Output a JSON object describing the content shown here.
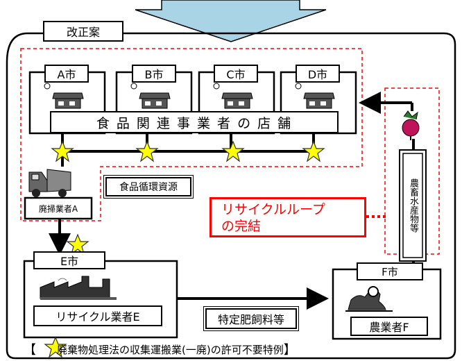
{
  "plan_label": "改正案",
  "cities": [
    "A市",
    "B市",
    "C市",
    "D市"
  ],
  "shops_label": "食 品 関 連 事 業 者 の 店 舗",
  "food_resource_label": "食品循環資源",
  "collector_label": "廃掃業者A",
  "loop_label_line1": "リサイクルループ",
  "loop_label_line2": "の完結",
  "products_label": "農畜水産物等",
  "city_e_label": "E市",
  "recycler_label": "リサイクル業者E",
  "fertilizer_label": "特定肥飼料等",
  "city_f_label": "F市",
  "farmer_label": "農業者F",
  "legend_text": "廃棄物処理法の収集運搬業(一廃)の許可不要特例",
  "legend_bracket_open": "【",
  "legend_bracket_close": "】",
  "colors": {
    "accent_red": "#ff0000",
    "star_fill": "#ffff00",
    "arrow_blue": "#a9d4e6"
  }
}
